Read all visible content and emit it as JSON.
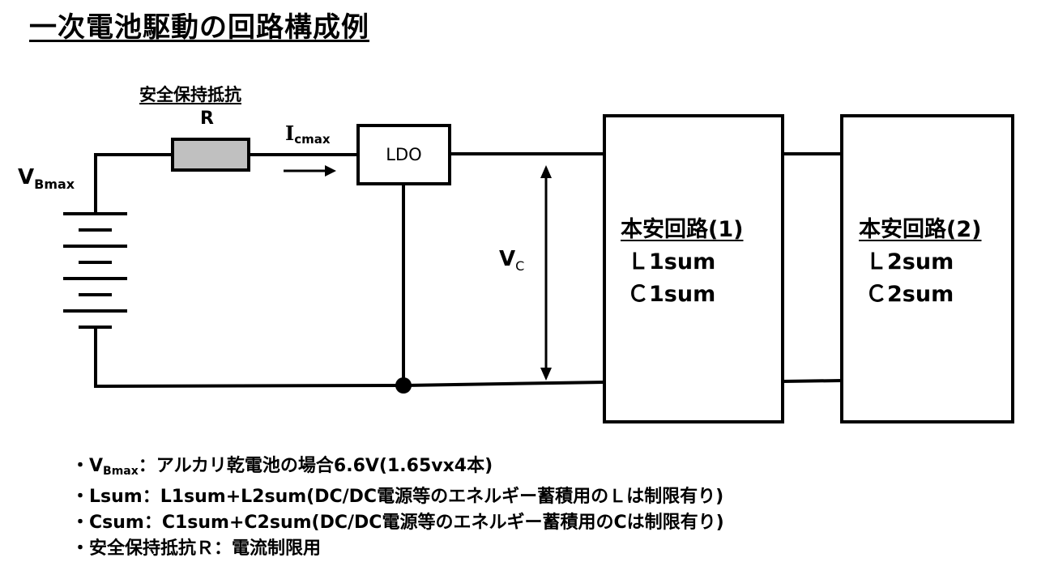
{
  "title": "一次電池駆動の回路構成例",
  "diagram": {
    "resistor_caption": "安全保持抵抗",
    "resistor_label": "R",
    "current_label": {
      "main": "I",
      "sub": "cmax"
    },
    "battery_label": {
      "main": "V",
      "sub": "Bmax"
    },
    "regulator_label": "LDO",
    "voltage_label": {
      "main": "V",
      "sub": "C"
    },
    "blocks": [
      {
        "heading": "本安回路(1)",
        "lines": [
          "Ｌ1sum",
          "Ｃ1sum"
        ]
      },
      {
        "heading": "本安回路(2)",
        "lines": [
          "Ｌ2sum",
          "Ｃ2sum"
        ]
      }
    ]
  },
  "notes": [
    {
      "bullet": "・",
      "term": "V",
      "term_sub": "Bmax",
      "text": "：アルカリ乾電池の場合6.6V(1.65vx4本)"
    },
    {
      "bullet": "・",
      "term": "Lsum",
      "term_sub": "",
      "text": "：L1sum+L2sum(DC/DC電源等のエネルギー蓄積用のＬは制限有り)"
    },
    {
      "bullet": "・",
      "term": "Csum",
      "term_sub": "",
      "text": "：C1sum+C2sum(DC/DC電源等のエネルギー蓄積用のCは制限有り)"
    },
    {
      "bullet": "・",
      "term": "安全保持抵抗Ｒ",
      "term_sub": "",
      "text": "：電流制限用"
    }
  ]
}
